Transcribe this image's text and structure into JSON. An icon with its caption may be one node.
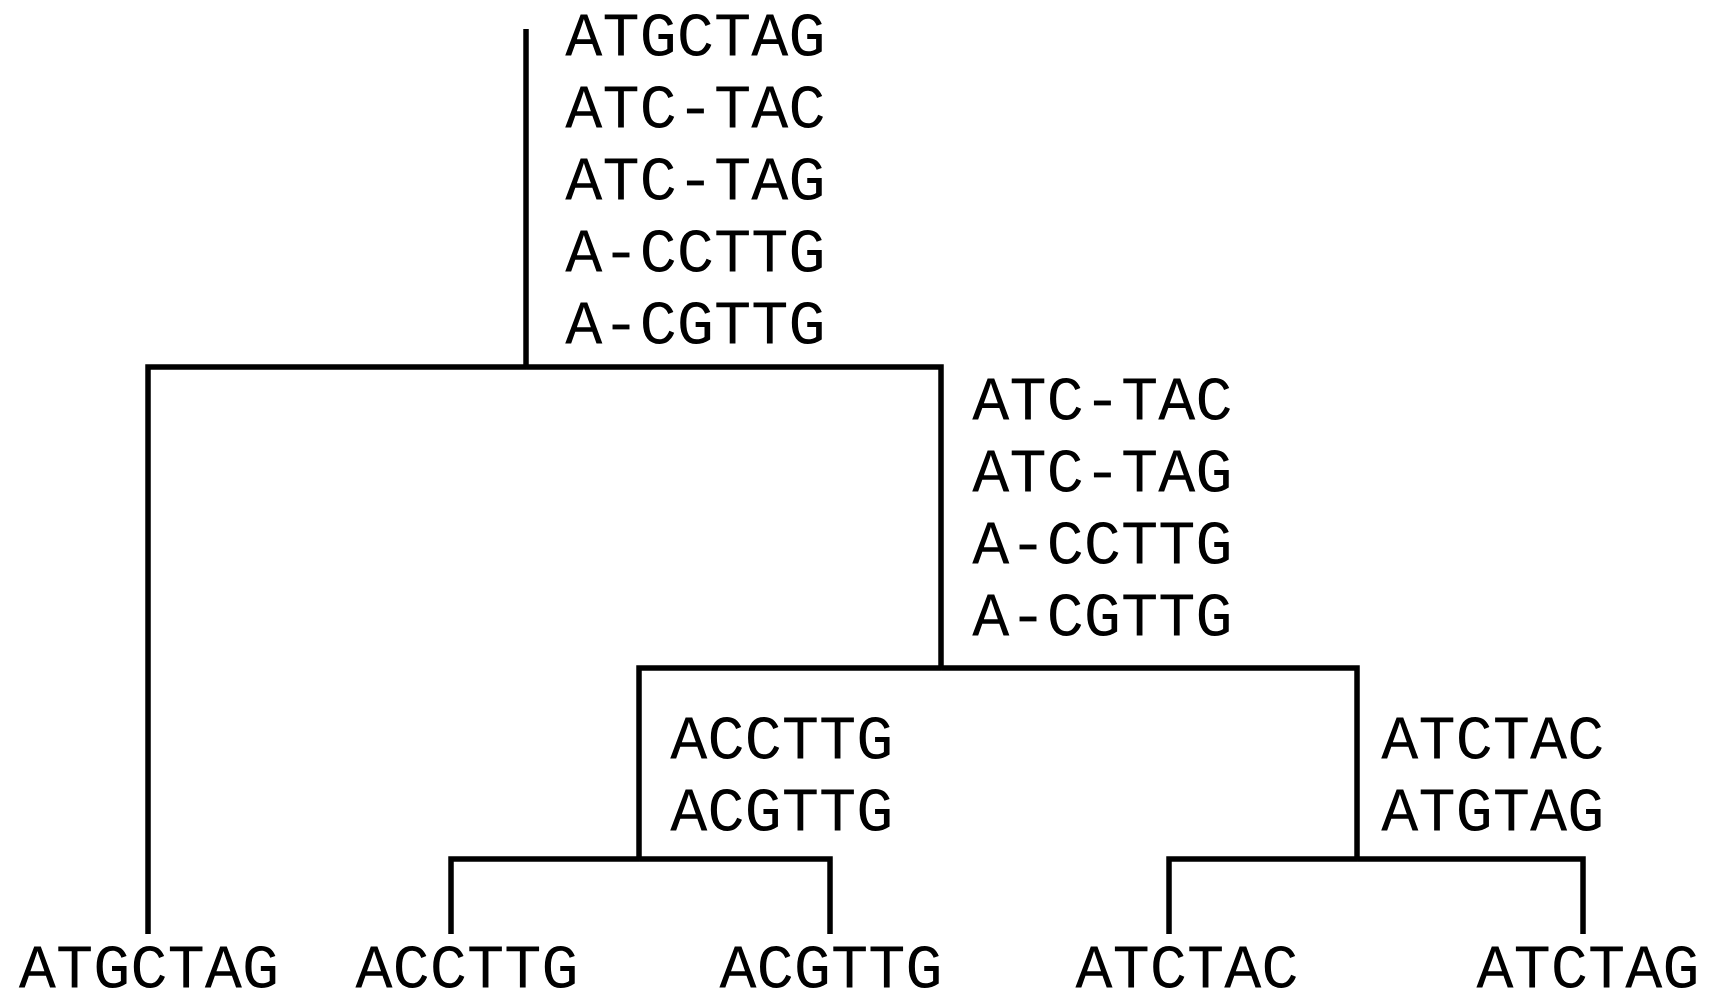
{
  "diagram": {
    "nodes": [
      {
        "text": [
          "ATGCTAG",
          "ATC-TAC",
          "ATC-TAG",
          "A-CCTTG",
          "A-CGTTG"
        ]
      },
      {
        "text": [
          "ATGCTAG"
        ]
      },
      {
        "text": [
          "ATC-TAC",
          "ATC-TAG",
          "A-CCTTG",
          "A-CGTTG"
        ]
      },
      {
        "text": [
          "ACCTTG",
          "ACGTTG"
        ]
      },
      {
        "text": [
          "ACCTTG"
        ]
      },
      {
        "text": [
          "ACGTTG"
        ]
      },
      {
        "text": [
          "ATCTAC",
          "ATGTAG"
        ]
      },
      {
        "text": [
          "ATCTAC"
        ]
      },
      {
        "text": [
          "ATCTAG"
        ]
      }
    ],
    "edges": [
      {
        "from": 0,
        "to": 1,
        "arrow": "none"
      },
      {
        "from": 0,
        "to": 2,
        "arrow": "none"
      },
      {
        "from": 2,
        "to": 3,
        "arrow": "none"
      },
      {
        "from": 2,
        "to": 6,
        "arrow": "none"
      },
      {
        "from": 3,
        "to": 4,
        "arrow": "none"
      },
      {
        "from": 3,
        "to": 5,
        "arrow": "none"
      },
      {
        "from": 6,
        "to": 7,
        "arrow": "none"
      },
      {
        "from": 6,
        "to": 8,
        "arrow": "none"
      }
    ]
  }
}
